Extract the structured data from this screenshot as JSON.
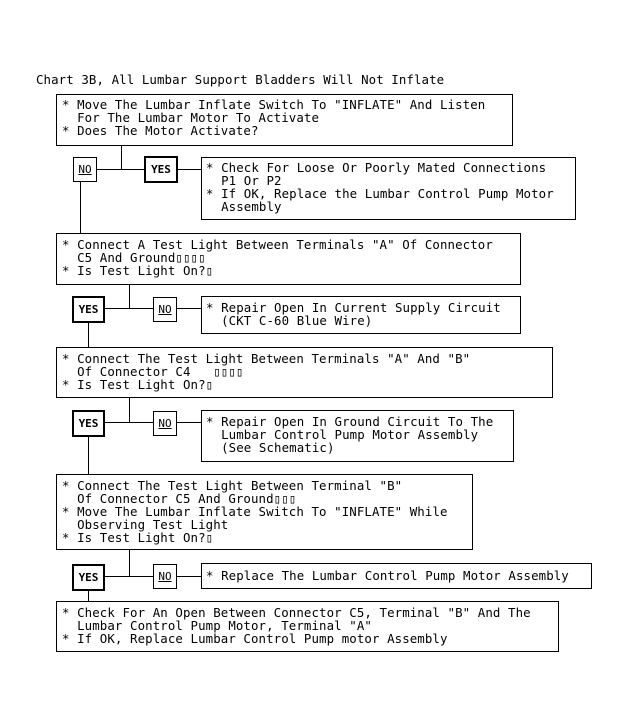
{
  "title": "Chart 3B, All Lumbar Support Bladders Will Not Inflate",
  "labels": {
    "yes": "YES",
    "no": "NO"
  },
  "steps": [
    {
      "lines": [
        "* Move The Lumbar Inflate Switch To \"INFLATE\" And Listen",
        "  For The Lumbar Motor To Activate",
        "* Does The Motor Activate?"
      ],
      "branch_action": [
        "* Check For Loose Or Poorly Mated Connections",
        "  P1 Or P2",
        "* If OK, Replace the Lumbar Control Pump Motor",
        "  Assembly"
      ]
    },
    {
      "lines": [
        "* Connect A Test Light Between Terminals \"A\" Of Connector",
        "  C5 And Ground▯▯▯▯",
        "* Is Test Light On?▯"
      ],
      "branch_action": [
        "* Repair Open In Current Supply Circuit",
        "  (CKT C-60 Blue Wire)"
      ]
    },
    {
      "lines": [
        "* Connect The Test Light Between Terminals \"A\" And \"B\"",
        "  Of Connector C4   ▯▯▯▯",
        "* Is Test Light On?▯"
      ],
      "branch_action": [
        "* Repair Open In Ground Circuit To The",
        "  Lumbar Control Pump Motor Assembly",
        "  (See Schematic)"
      ]
    },
    {
      "lines": [
        "* Connect The Test Light Between Terminal \"B\"",
        "  Of Connector C5 And Ground▯▯▯",
        "* Move The Lumbar Inflate Switch To \"INFLATE\" While",
        "  Observing Test Light",
        "* Is Test Light On?▯"
      ],
      "branch_action": [
        "* Replace The Lumbar Control Pump Motor Assembly"
      ]
    },
    {
      "lines": [
        "* Check For An Open Between Connector C5, Terminal \"B\" And The",
        "  Lumbar Control Pump Motor, Terminal \"A\"",
        "* If OK, Replace Lumbar Control Pump motor Assembly"
      ]
    }
  ]
}
